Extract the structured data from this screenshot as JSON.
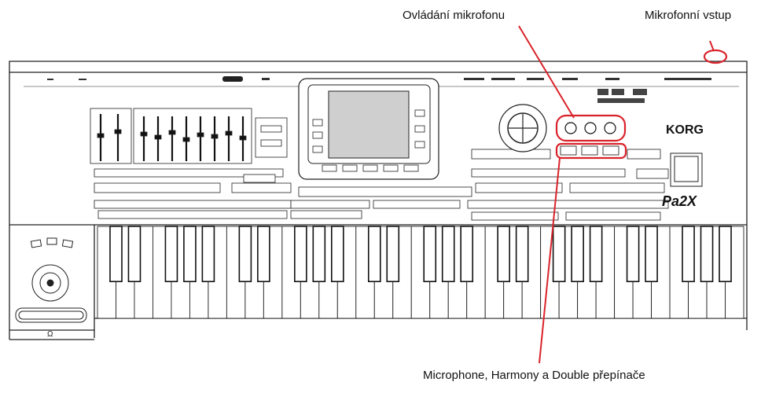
{
  "callouts": {
    "mic_control": "Ovládání mikrofonu",
    "mic_input": "Mikrofonní vstup",
    "mic_switches": "Microphone, Harmony a Double přepínače"
  },
  "device": {
    "brand": "KORG",
    "model": "Pa2X",
    "headphone_label": "Ω"
  },
  "colors": {
    "highlight": "#d9232a",
    "outline": "#222222",
    "panel": "#ffffff",
    "display": "#cfcfcf"
  },
  "icons": [
    "microphone-jack-icon",
    "joystick-icon",
    "headphone-icon"
  ]
}
